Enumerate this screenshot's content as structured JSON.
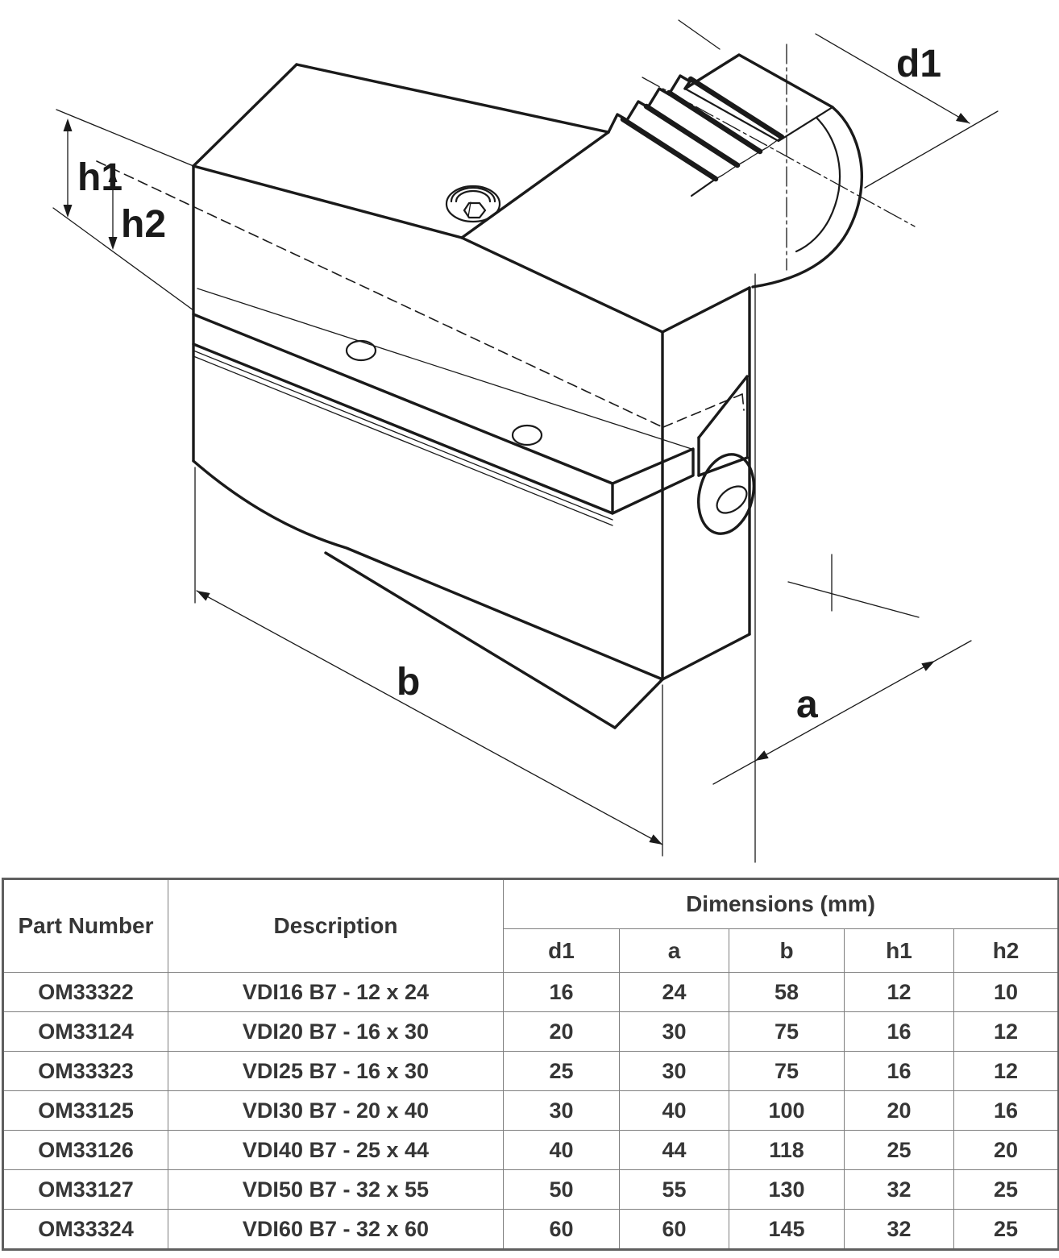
{
  "drawing": {
    "labels": {
      "h1": "h1",
      "h2": "h2",
      "d1": "d1",
      "a": "a",
      "b": "b"
    }
  },
  "table": {
    "headers": {
      "part": "Part Number",
      "description": "Description",
      "dims_group": "Dimensions (mm)",
      "dims": [
        "d1",
        "a",
        "b",
        "h1",
        "h2"
      ]
    },
    "rows": [
      [
        "OM33322",
        "VDI16 B7 - 12 x 24",
        "16",
        "24",
        "58",
        "12",
        "10"
      ],
      [
        "OM33124",
        "VDI20 B7 - 16 x 30",
        "20",
        "30",
        "75",
        "16",
        "12"
      ],
      [
        "OM33323",
        "VDI25 B7 - 16 x 30",
        "25",
        "30",
        "75",
        "16",
        "12"
      ],
      [
        "OM33125",
        "VDI30 B7 - 20 x 40",
        "30",
        "40",
        "100",
        "20",
        "16"
      ],
      [
        "OM33126",
        "VDI40 B7 - 25 x 44",
        "40",
        "44",
        "118",
        "25",
        "20"
      ],
      [
        "OM33127",
        "VDI50 B7 - 32 x 55",
        "50",
        "55",
        "130",
        "32",
        "25"
      ],
      [
        "OM33324",
        "VDI60 B7 - 32 x 60",
        "60",
        "60",
        "145",
        "32",
        "25"
      ]
    ]
  },
  "colors": {
    "line": "#1a1a1a",
    "table_border": "#7f7f7f",
    "text": "#363636"
  }
}
